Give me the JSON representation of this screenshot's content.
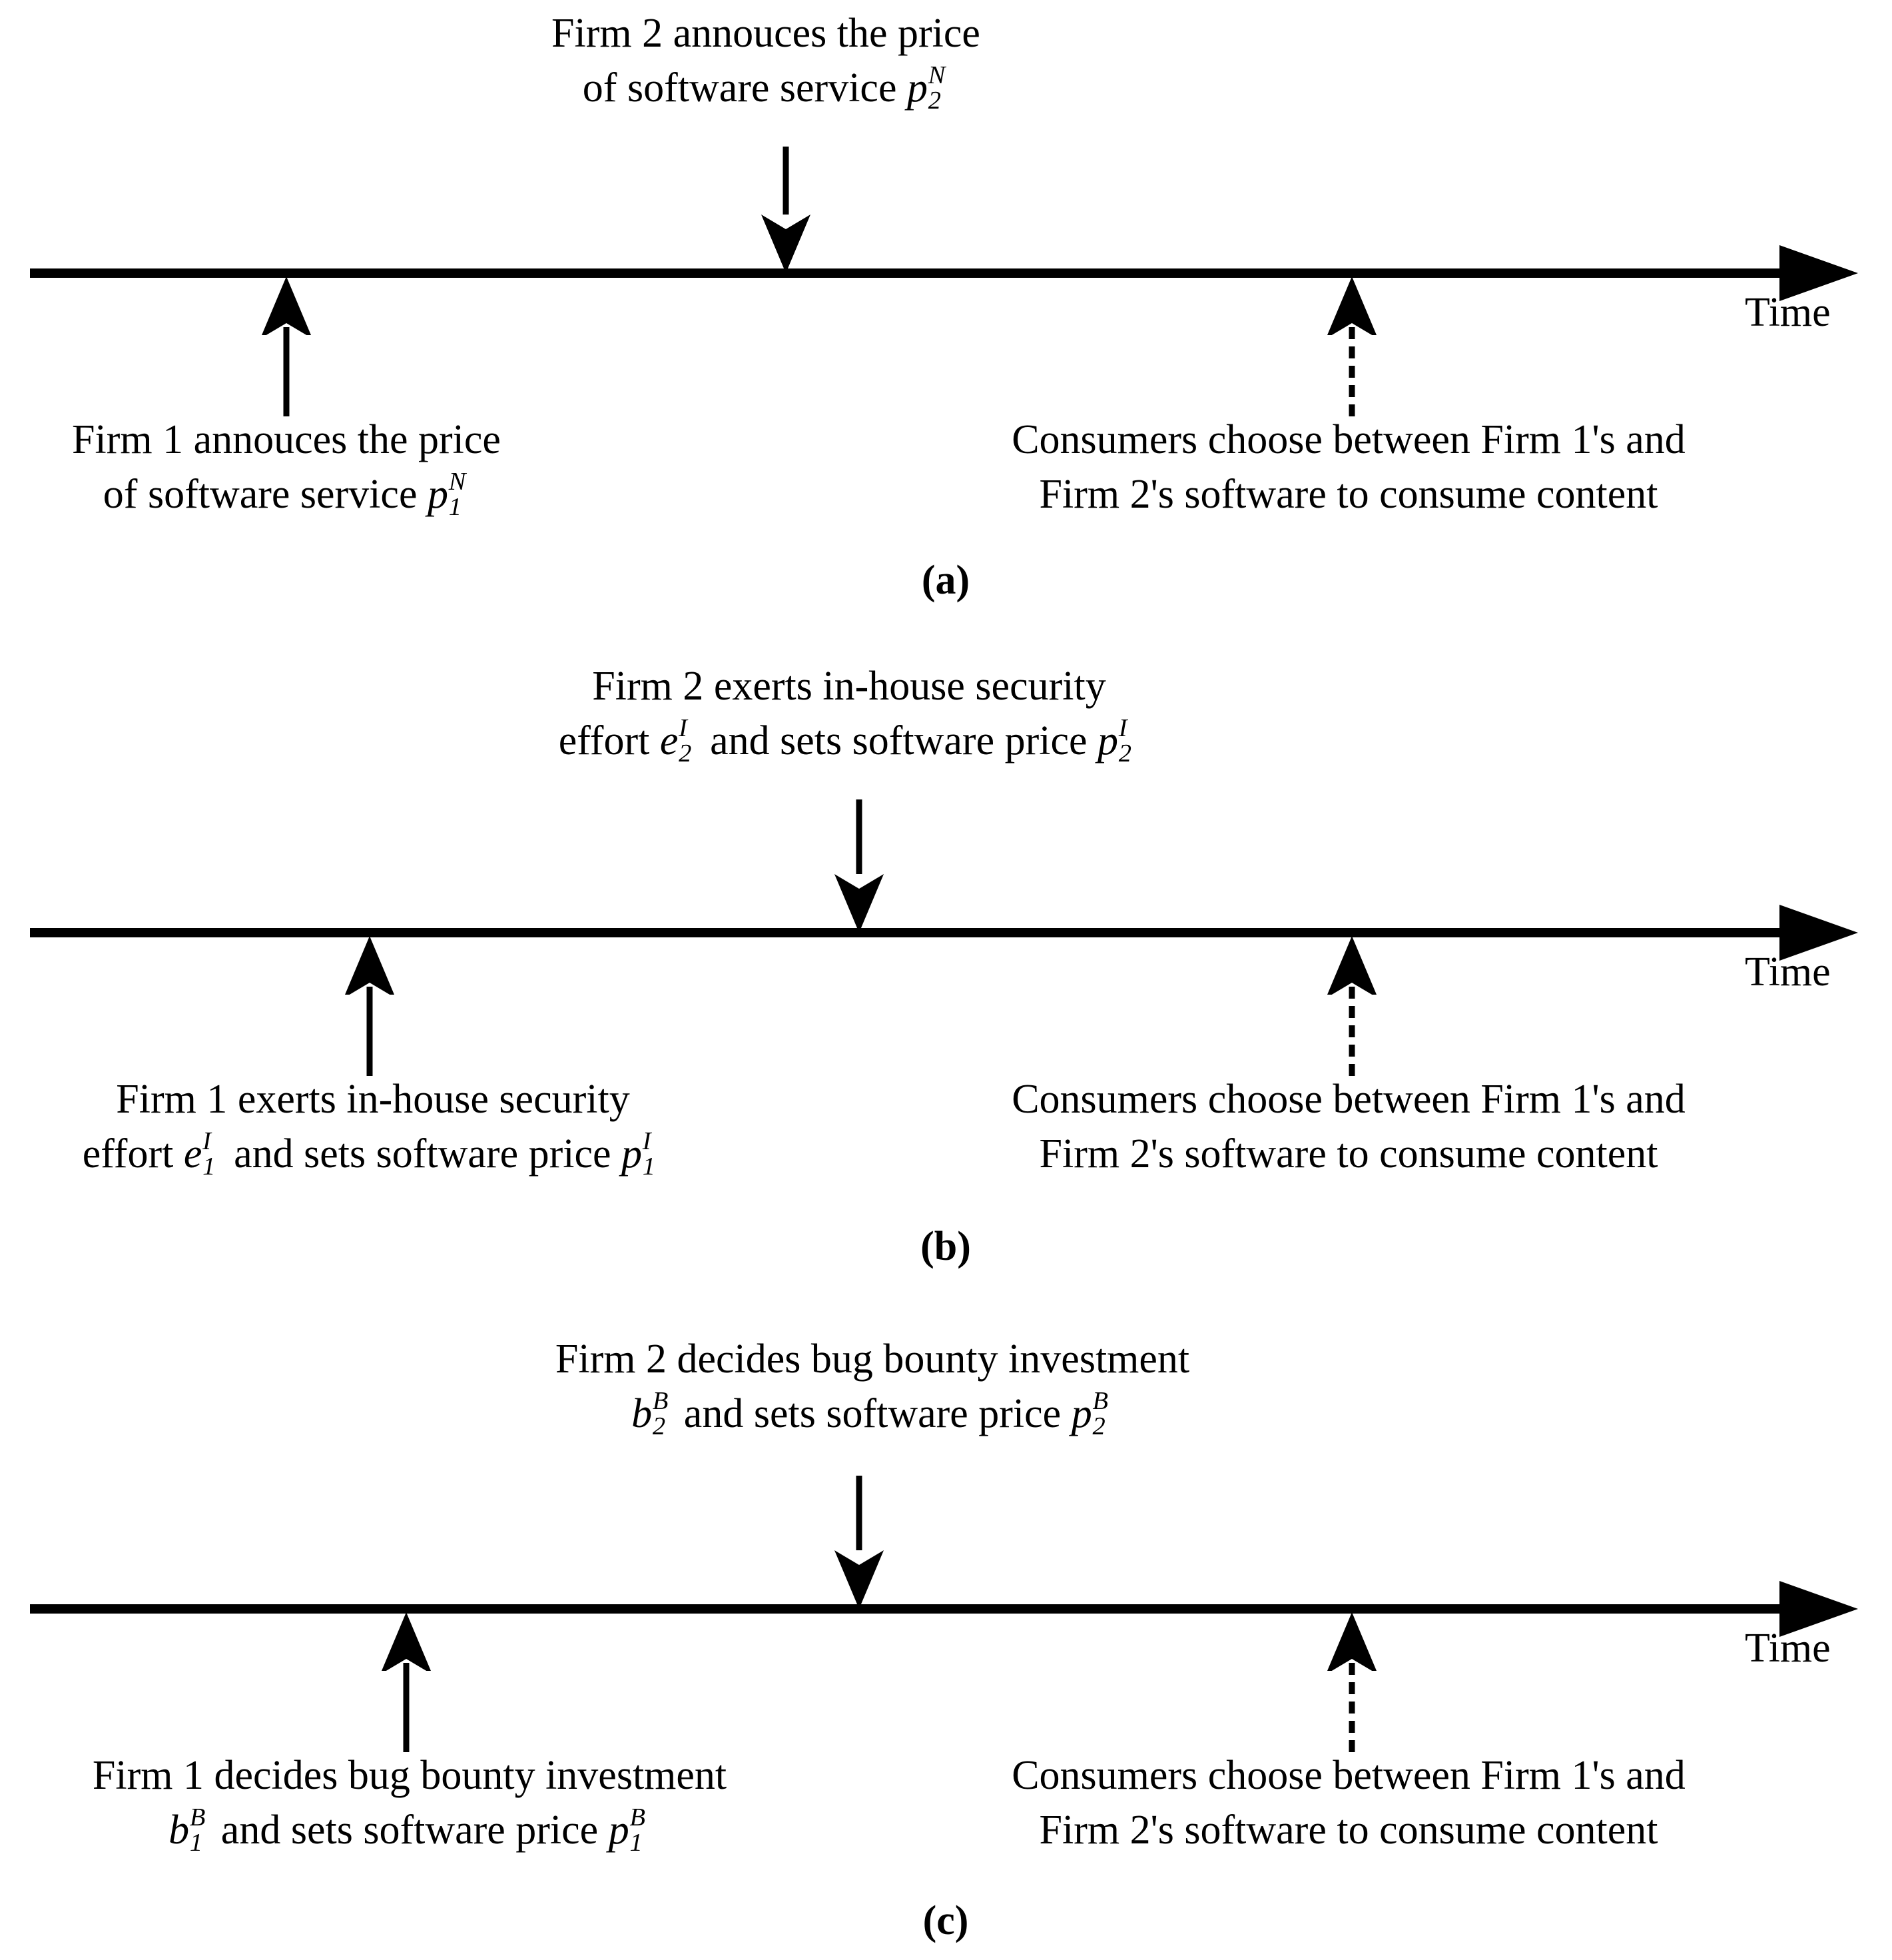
{
  "figure": {
    "axis_label": "Time",
    "panels": [
      {
        "tag": "(a)",
        "top_caption": {
          "line1": "Firm 2 annouces the price",
          "line2_pre": "of software service ",
          "line2_sym": "p",
          "line2_sup": "N",
          "line2_sub": "2",
          "line2_post": ""
        },
        "bottom_left_caption": {
          "line1": "Firm 1 annouces the price",
          "line2_pre": "of software service ",
          "line2_sym": "p",
          "line2_sup": "N",
          "line2_sub": "1",
          "line2_post": ""
        },
        "bottom_right_caption": {
          "line1": "Consumers choose between Firm 1's and",
          "line2": "Firm 2's software to consume content"
        }
      },
      {
        "tag": "(b)",
        "top_caption": {
          "line1": "Firm 2 exerts in-house security",
          "line2_pre": "effort ",
          "line2_sym": "e",
          "line2_sup": "I",
          "line2_sub": "2",
          "line2_mid": " and sets software price ",
          "line2_sym2": "p",
          "line2_sup2": "I",
          "line2_sub2": "2"
        },
        "bottom_left_caption": {
          "line1": "Firm 1 exerts in-house security",
          "line2_pre": "effort ",
          "line2_sym": "e",
          "line2_sup": "I",
          "line2_sub": "1",
          "line2_mid": " and sets software price ",
          "line2_sym2": "p",
          "line2_sup2": "I",
          "line2_sub2": "1"
        },
        "bottom_right_caption": {
          "line1": "Consumers choose between Firm 1's and",
          "line2": "Firm 2's software to consume content"
        }
      },
      {
        "tag": "(c)",
        "top_caption": {
          "line1": "Firm 2 decides bug bounty investment",
          "line2_pre": "",
          "line2_sym": "b",
          "line2_sup": "B",
          "line2_sub": "2",
          "line2_mid": " and sets software price ",
          "line2_sym2": "p",
          "line2_sup2": "B",
          "line2_sub2": "2"
        },
        "bottom_left_caption": {
          "line1": "Firm 1 decides bug bounty investment",
          "line2_pre": "",
          "line2_sym": "b",
          "line2_sup": "B",
          "line2_sub": "1",
          "line2_mid": " and sets software price ",
          "line2_sym2": "p",
          "line2_sup2": "B",
          "line2_sub2": "1"
        },
        "bottom_right_caption": {
          "line1": "Consumers choose between Firm 1's and",
          "line2": "Firm 2's software to consume content"
        }
      }
    ],
    "colors": {
      "ink": "#000000",
      "background": "#ffffff"
    }
  }
}
